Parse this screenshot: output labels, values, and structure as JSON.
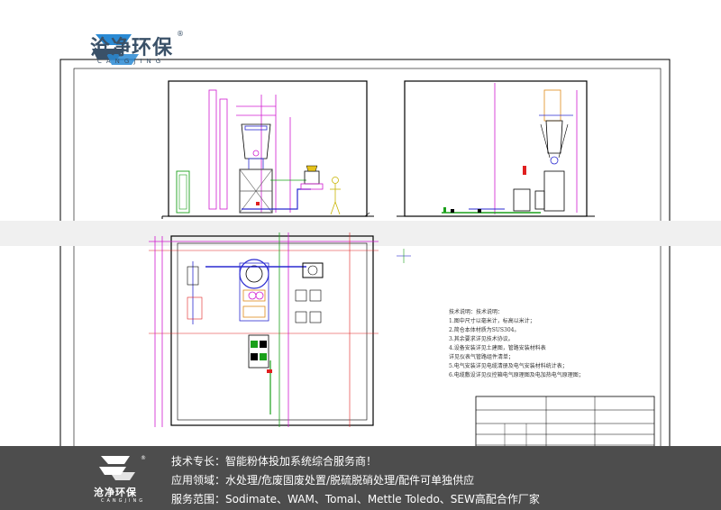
{
  "brand": {
    "name_cn": "沧净环保",
    "name_en": "CANGJING",
    "registered": "®",
    "accent": "#2a8ad4",
    "text_color": "#3a5168"
  },
  "drawing": {
    "notes_title": "技术说明：技术说明：",
    "notes": [
      "1.图中尺寸以毫米计，标高以米计；",
      "2.简仓本体材质为SUS304。",
      "3.其余要求详见技术协议。",
      "4.设备安装详见土建图，管路安装材料表",
      "   详见仪表气管路组件清单；",
      "5.电气安装详见电缆清册及电气安装材料统计表；",
      "6.电缆敷设详见仪控箱电气原理图及电加热电气原理图；"
    ]
  },
  "footer": {
    "line1": "技术专长：智能粉体投加系统综合服务商！",
    "line2": "应用领域：水处理/危废固废处置/脱硫脱硝处理/配件可单独供应",
    "line3": "服务范围：Sodimate、WAM、Tomal、Mettle Toledo、SEW高配合作厂家",
    "bg_color": "#4d4d4d"
  }
}
